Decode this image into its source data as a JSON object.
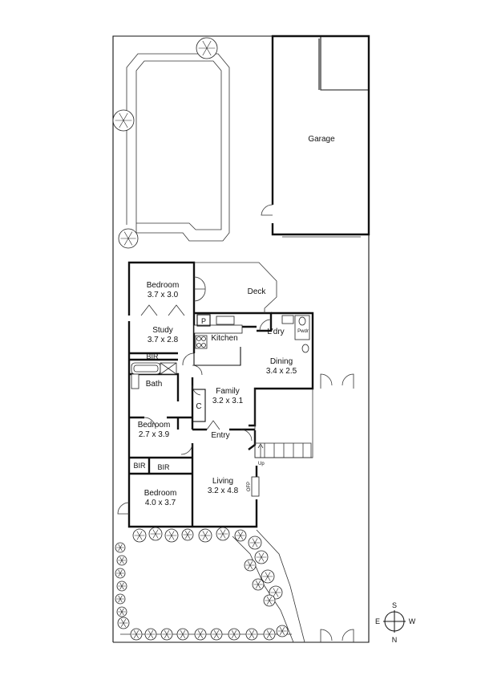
{
  "rooms": {
    "garage": {
      "name": "Garage"
    },
    "deck": {
      "name": "Deck"
    },
    "bedroom_rear": {
      "name": "Bedroom",
      "size": "3.7 x 3.0"
    },
    "study": {
      "name": "Study",
      "size": "3.7 x 2.8"
    },
    "kitchen": {
      "name": "Kitchen"
    },
    "pantry": {
      "name": "P"
    },
    "laundry": {
      "name": "L'dry"
    },
    "powder": {
      "name": "Pwdr"
    },
    "dining": {
      "name": "Dining",
      "size": "3.4 x 2.5"
    },
    "bir_study": {
      "name": "BIR"
    },
    "bath": {
      "name": "Bath"
    },
    "family": {
      "name": "Family",
      "size": "3.2 x 3.1"
    },
    "cupboard": {
      "name": "C"
    },
    "bedroom_mid": {
      "name": "Bedroom",
      "size": "2.7 x 3.9"
    },
    "entry": {
      "name": "Entry"
    },
    "bir_left": {
      "name": "BIR"
    },
    "bir_right": {
      "name": "BIR"
    },
    "bedroom_front": {
      "name": "Bedroom",
      "size": "4.0 x 3.7"
    },
    "living": {
      "name": "Living",
      "size": "3.2 x 4.8"
    },
    "fireplace": {
      "name": "OFP"
    }
  },
  "stairs": {
    "label": "Up"
  },
  "compass": {
    "north": "N",
    "south": "S",
    "east": "E",
    "west": "W"
  }
}
